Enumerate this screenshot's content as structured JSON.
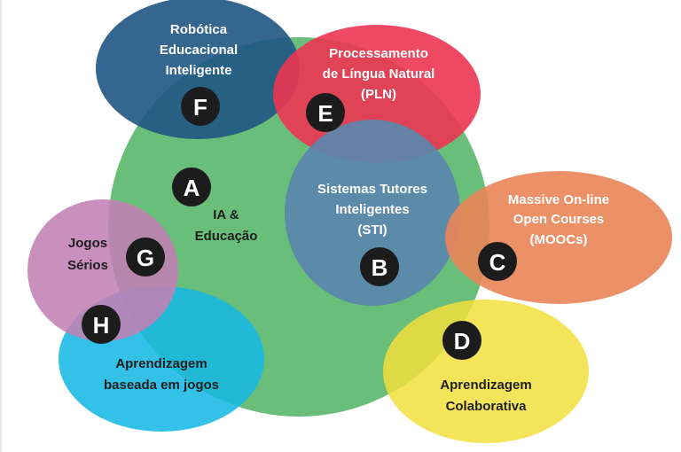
{
  "colors": {
    "A": "#5cb86e",
    "B": "#5b86ae",
    "C": "#ea8458",
    "D": "#f2df3c",
    "E": "#ec3551",
    "F": "#1f5584",
    "G": "#c17fb4",
    "H": "#18b8e4",
    "badge": "#1c1c1c"
  },
  "nodes": {
    "A": {
      "badge": "A",
      "lines": [
        "IA &",
        "Educação"
      ]
    },
    "B": {
      "badge": "B",
      "lines": [
        "Sistemas Tutores",
        "Inteligentes",
        "(STI)"
      ]
    },
    "C": {
      "badge": "C",
      "lines": [
        "Massive On-line",
        "Open Courses",
        "(MOOCs)"
      ]
    },
    "D": {
      "badge": "D",
      "lines": [
        "Aprendizagem",
        "Colaborativa"
      ]
    },
    "E": {
      "badge": "E",
      "lines": [
        "Processamento",
        "de Língua Natural",
        "(PLN)"
      ]
    },
    "F": {
      "badge": "F",
      "lines": [
        "Robótica",
        "Educacional",
        "Inteligente"
      ]
    },
    "G": {
      "badge": "G",
      "lines": [
        "Jogos",
        "Sérios"
      ]
    },
    "H": {
      "badge": "H",
      "lines": [
        "Aprendizagem",
        "baseada em jogos"
      ]
    }
  }
}
